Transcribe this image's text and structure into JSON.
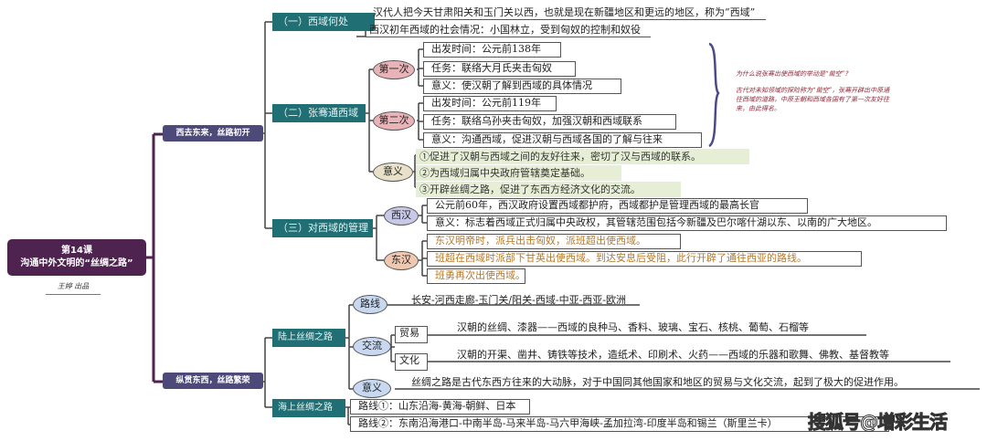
{
  "root": {
    "lesson": "第14课",
    "title": "沟通中外文明的“丝绸之路”",
    "signature": "王婷 出品"
  },
  "colors": {
    "root": "#4f2350",
    "branch": "#4d4a7a",
    "topic": "#1f6f74",
    "note": "#8b2a3a",
    "east_han_text": "#b5782a"
  },
  "branches": [
    {
      "label": "西去东来，丝路初开",
      "topics": [
        {
          "label": "（一）西域何处",
          "lines": [
            "汉代人把今天甘肃阳关和玉门关以西，也就是现在新疆地区和更远的地区，称为“西域”",
            "西汉初年西域的社会情况：小国林立，受到匈奴的控制和奴役"
          ]
        },
        {
          "label": "（二）张骞通西域",
          "first": {
            "label": "第一次",
            "items": [
              "出发时间：公元前138年",
              "任务：联络大月氏夹击匈奴",
              "意义：使汉朝了解到西域的具体情况"
            ]
          },
          "second": {
            "label": "第二次",
            "items": [
              "出发时间：公元前119年",
              "任务：联络乌孙夹击匈奴，加强汉朝和西域联系",
              "意义：沟通西域，促进汉朝与西域各国的了解与往来"
            ]
          },
          "meaning": {
            "label": "意义",
            "items": [
              "①促进了汉朝与西域之间的友好往来，密切了汉与西域的联系。",
              "②为西域归属中央政府管辖奠定基础。",
              "③开辟丝绸之路，促进了东西方经济文化的交流。"
            ]
          },
          "note": {
            "question": "为什么说张骞出使西域的举动是“凿空”？",
            "answer": "古代对未知领域的探险称为“凿空”，张骞开辟出中原通往西域的道路，中原王朝和西域各国有了第一次友好往来，由此得名。"
          }
        },
        {
          "label": "（三）对西域的管理",
          "west_han": {
            "label": "西汉",
            "items": [
              "公元前60年，西汉政府设置西域都护府，西域都护是管理西域的最高长官",
              "意义：标志着西域正式归属中央政权，其管辖范围包括今新疆及巴尔喀什湖以东、以南的广大地区。"
            ]
          },
          "east_han": {
            "label": "东汉",
            "items": [
              "东汉明帝时，派兵出击匈奴，派班超出使西域。",
              "班超在西域时派部下甘英出使西域。到达安息后受阻，此行开辟了通往西亚的路线。",
              "班勇再次出使西域。"
            ]
          }
        }
      ]
    },
    {
      "label": "纵贯东西，丝路繁荣",
      "topics": [
        {
          "label": "陆上丝绸之路",
          "route": {
            "label": "路线",
            "text": "长安-河西走廊-玉门关/阳关-西域-中亚-西亚-欧洲"
          },
          "exchange": {
            "label": "交流",
            "trade": {
              "label": "贸易",
              "text": "汉朝的丝绸、漆器——西域的良种马、香料、玻璃、宝石、核桃、葡萄、石榴等"
            },
            "culture": {
              "label": "文化",
              "text": "汉朝的开渠、凿井、铸铁等技术，造纸术、印刷术、火药——西域的乐器和歌舞、佛教、基督教等"
            }
          },
          "meaning": {
            "label": "意义",
            "text": "丝绸之路是古代东西方往来的大动脉，对于中国同其他国家和地区的贸易与文化交流，起到了极大的促进作用。"
          }
        },
        {
          "label": "海上丝绸之路",
          "routes": [
            "路线①：山东沿海-黄海-朝鲜、日本",
            "路线②：东南沿海港口-中南半岛-马来半岛-马六甲海峡-孟加拉湾-印度半岛和锡兰（斯里兰卡）"
          ]
        }
      ]
    }
  ],
  "watermark": "搜狐号@增彩生活"
}
